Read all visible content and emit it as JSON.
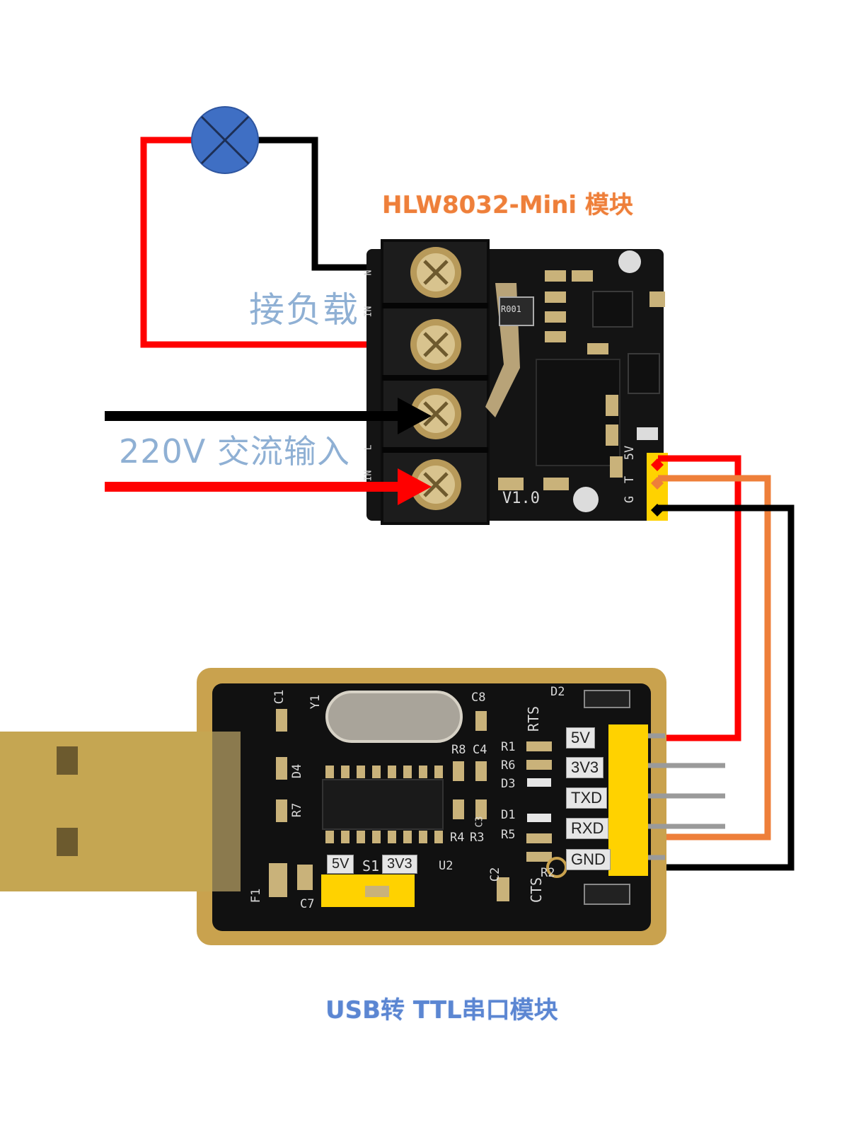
{
  "labels": {
    "top_module": "HLW8032-Mini 模块",
    "load": "接负载",
    "ac_input": "220V 交流输入",
    "bottom_module": "USB转 TTL串口模块"
  },
  "hlw_board": {
    "version": "V1.0",
    "pins": [
      "5V",
      "T",
      "G"
    ],
    "terminal_marks": [
      "N",
      "IN",
      "L",
      "IN"
    ],
    "resistor_mark": "R001"
  },
  "usb_board": {
    "pins": [
      "5V",
      "3V3",
      "TXD",
      "RXD",
      "GND"
    ],
    "silk": [
      "C1",
      "Y1",
      "C8",
      "D2",
      "RTS",
      "R8",
      "C4",
      "R1",
      "R6",
      "D3",
      "D1",
      "R5",
      "R4",
      "R3",
      "R2",
      "C2",
      "CTS",
      "U2",
      "C7",
      "F1",
      "D4",
      "R7",
      "C3"
    ],
    "jumper_left": "5V",
    "jumper_mid": "S1",
    "jumper_right": "3V3"
  },
  "wires": {
    "red": "#ff0000",
    "black": "#000000",
    "orange": "#ee7f3a",
    "lamp": "#3f6fc4"
  }
}
